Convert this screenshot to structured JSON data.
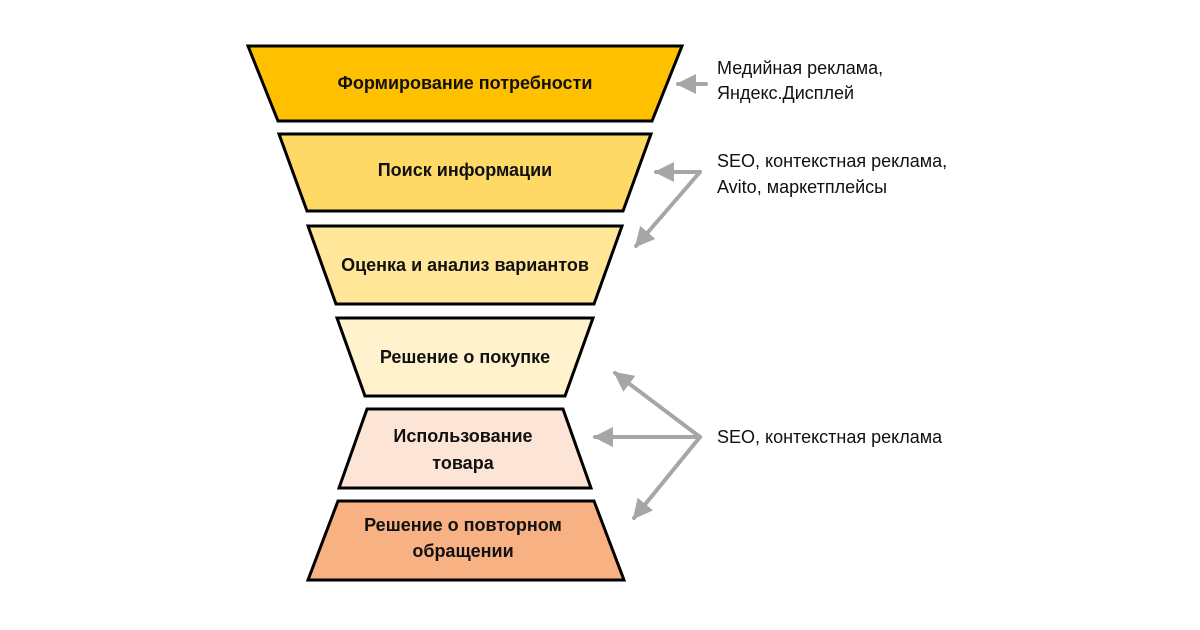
{
  "funnel": {
    "stages": [
      {
        "lines": [
          "Формирование потребности"
        ],
        "color": "#FFC000"
      },
      {
        "lines": [
          "Поиск информации"
        ],
        "color": "#FFD966"
      },
      {
        "lines": [
          "Оценка и анализ вариантов"
        ],
        "color": "#FFE699"
      },
      {
        "lines": [
          "Решение о покупке"
        ],
        "color": "#FFF2CC"
      },
      {
        "lines": [
          "Использование",
          "товара"
        ],
        "color": "#FCE4D6"
      },
      {
        "lines": [
          "Решение о повторном",
          "обращении"
        ],
        "color": "#F8B182"
      }
    ],
    "outline_color": "#000000"
  },
  "annotations": [
    {
      "lines": [
        "Медийная реклама,",
        "Яндекс.Дисплей"
      ]
    },
    {
      "lines": [
        "SEO, контекстная реклама,",
        "Avito, маркетплейсы"
      ]
    },
    {
      "lines": [
        "SEO, контекстная реклама"
      ]
    }
  ],
  "arrow_color": "#A6A6A6"
}
